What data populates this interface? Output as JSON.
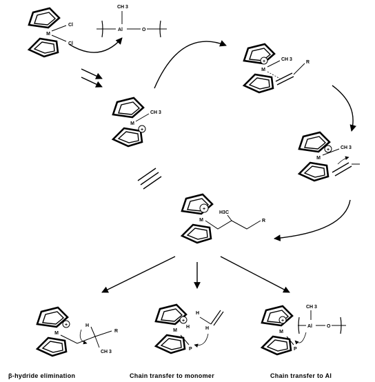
{
  "atoms": {
    "M": "M",
    "Cl": "Cl",
    "CH3": "CH 3",
    "Al": "Al",
    "O": "O",
    "R": "R",
    "H": "H",
    "H3C": "H3C",
    "P": "P",
    "plus": "+"
  },
  "captions": {
    "beta_hydride": "β-hydride elimination",
    "chain_transfer_monomer": "Chain transfer to monomer",
    "chain_transfer_al": "Chain transfer to Al"
  },
  "colors": {
    "ink": "#000000",
    "background": "#ffffff"
  }
}
